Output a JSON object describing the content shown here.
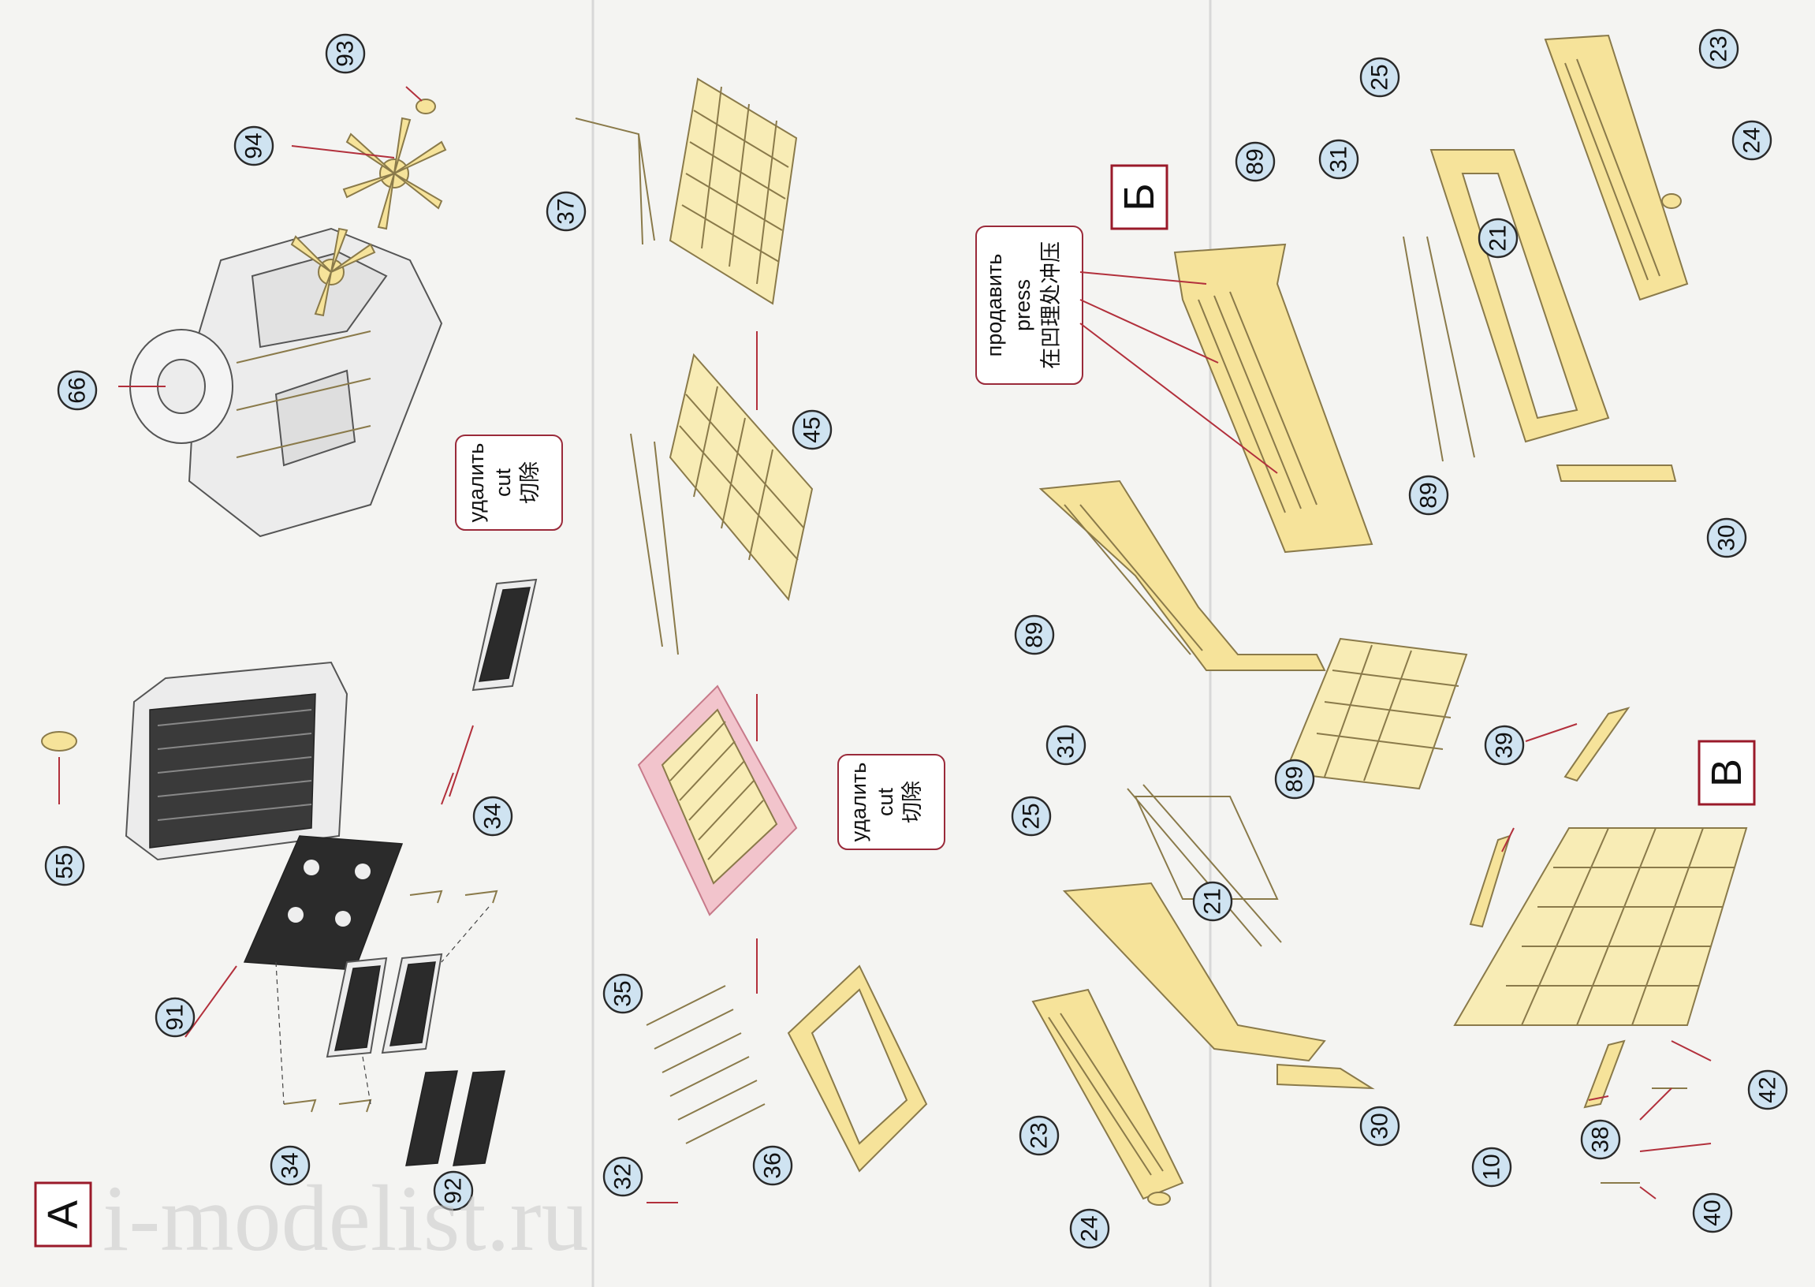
{
  "sections": [
    {
      "id": "A",
      "label": "А"
    },
    {
      "id": "B",
      "label": "Б"
    },
    {
      "id": "V",
      "label": "В"
    }
  ],
  "labels": {
    "cut1": [
      "удалить",
      "cut",
      "切除"
    ],
    "cut2": [
      "удалить",
      "cut",
      "切除"
    ],
    "press": [
      "продавить",
      "press",
      "在凹理处冲压"
    ]
  },
  "callouts": [
    "93",
    "94",
    "66",
    "55",
    "91",
    "34",
    "34",
    "92",
    "37",
    "45",
    "35",
    "32",
    "36",
    "89",
    "89",
    "89",
    "89",
    "25",
    "31",
    "21",
    "23",
    "24",
    "30",
    "25",
    "31",
    "21",
    "23",
    "24",
    "30",
    "39",
    "42",
    "38",
    "10",
    "40"
  ],
  "watermark": "i-modelist.ru"
}
